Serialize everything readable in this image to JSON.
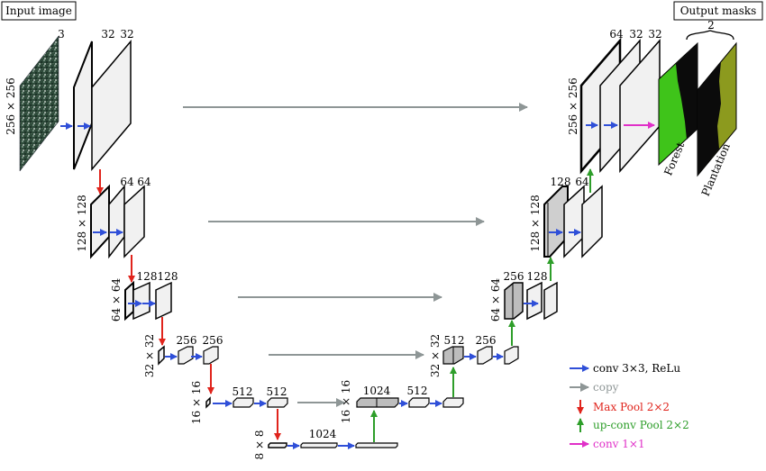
{
  "labels": {
    "input_image": "Input image",
    "output_masks": "Output masks",
    "two": "2",
    "forest": "Forest",
    "plantation": "Plantation"
  },
  "dims": {
    "d256": "256 × 256",
    "d128": "128 × 128",
    "d64": "64 × 64",
    "d32": "32 × 32",
    "d16": "16 × 16",
    "d8": "8 × 8"
  },
  "channels": {
    "c3": "3",
    "c32": "32",
    "c64": "64",
    "c128": "128",
    "c256": "256",
    "c512": "512",
    "c1024": "1024"
  },
  "legend": [
    {
      "label": "conv 3×3, ReLu",
      "color": "#2f4fd8"
    },
    {
      "label": "copy",
      "color": "#8e9696"
    },
    {
      "label": "Max Pool 2×2",
      "color": "#e0241c"
    },
    {
      "label": "up-conv Pool 2×2",
      "color": "#2e9e2a"
    },
    {
      "label": "conv 1×1",
      "color": "#e030c8"
    }
  ],
  "colors": {
    "conv": "#2f4fd8",
    "copy": "#8e9696",
    "maxpool": "#e0241c",
    "upconv": "#2e9e2a",
    "conv1x1": "#e030c8",
    "forest": "#3fc41a",
    "plantation": "#8c9a1e"
  }
}
